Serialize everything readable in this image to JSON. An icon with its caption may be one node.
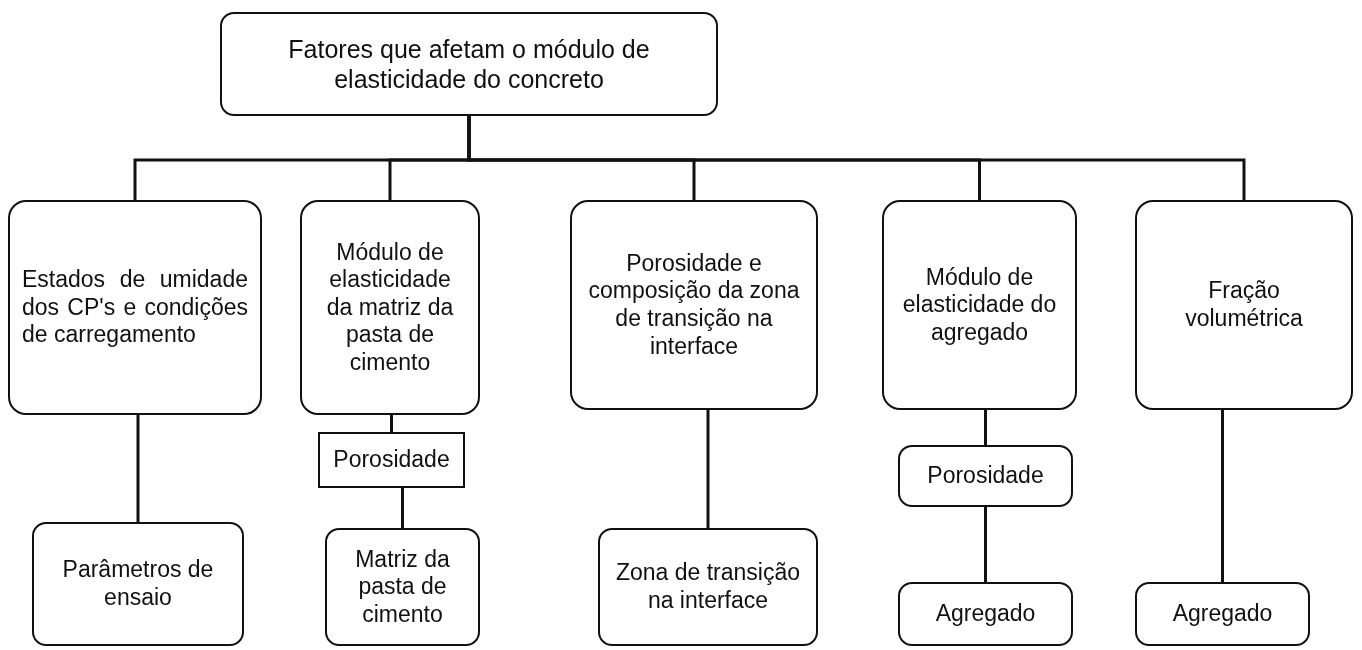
{
  "diagram": {
    "nodes": [
      {
        "text": [
          "Fatores que afetam o módulo de elasticidade do concreto"
        ]
      },
      {
        "text": [
          "Estados de umidade dos CP's e condições de carregamento"
        ]
      },
      {
        "text": [
          "Módulo de elasticidade da matriz da pasta de cimento"
        ]
      },
      {
        "text": [
          "Porosidade e composição da zona de transição na interface"
        ]
      },
      {
        "text": [
          "Módulo de elasticidade do agregado"
        ]
      },
      {
        "text": [
          "Fração volumétrica"
        ]
      },
      {
        "text": [
          "Parâmetros de ensaio"
        ]
      },
      {
        "text": [
          "Porosidade"
        ]
      },
      {
        "text": [
          "Matriz da pasta de cimento"
        ]
      },
      {
        "text": [
          "Zona de transição na interface"
        ]
      },
      {
        "text": [
          "Porosidade"
        ]
      },
      {
        "text": [
          "Agregado"
        ]
      },
      {
        "text": [
          "Agregado"
        ]
      }
    ],
    "edges": [
      {
        "from": 0,
        "to": 1,
        "arrow": "none"
      },
      {
        "from": 0,
        "to": 2,
        "arrow": "none"
      },
      {
        "from": 0,
        "to": 3,
        "arrow": "none"
      },
      {
        "from": 0,
        "to": 4,
        "arrow": "none"
      },
      {
        "from": 0,
        "to": 5,
        "arrow": "none"
      },
      {
        "from": 1,
        "to": 6,
        "arrow": "none"
      },
      {
        "from": 2,
        "to": 7,
        "arrow": "none"
      },
      {
        "from": 7,
        "to": 8,
        "arrow": "none"
      },
      {
        "from": 3,
        "to": 9,
        "arrow": "none"
      },
      {
        "from": 4,
        "to": 10,
        "arrow": "none"
      },
      {
        "from": 10,
        "to": 11,
        "arrow": "none"
      },
      {
        "from": 5,
        "to": 12,
        "arrow": "none"
      }
    ]
  }
}
